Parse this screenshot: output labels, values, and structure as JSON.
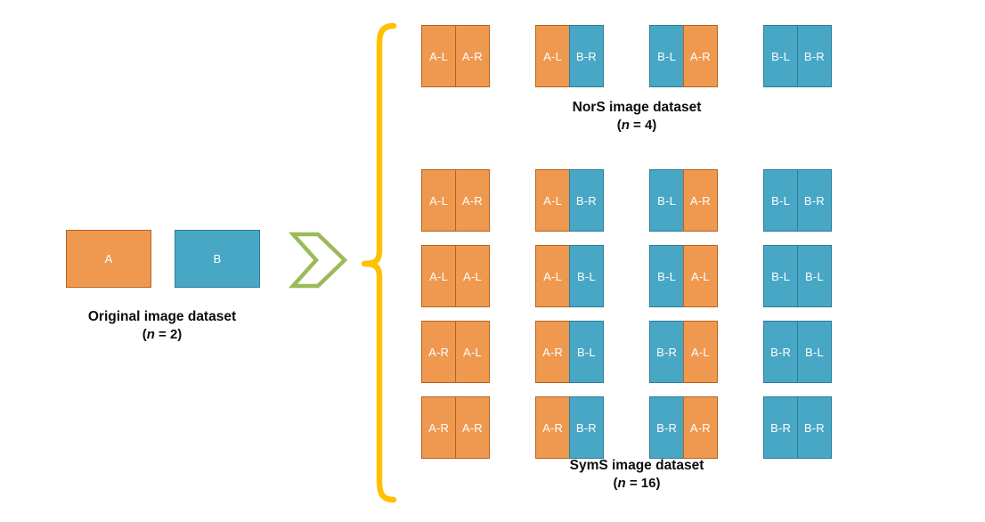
{
  "figure": {
    "colors": {
      "orange_fill": "#ef9850",
      "orange_stroke": "#b5651f",
      "blue_fill": "#48a7c4",
      "blue_stroke": "#2c7f99",
      "brace": "#ffc000",
      "chevron_stroke": "#9bbb59",
      "background": "#ffffff",
      "tile_label": "#ffffff",
      "caption": "#0d0d0d"
    }
  },
  "original": {
    "tiles": [
      {
        "label": "A",
        "kind": "A"
      },
      {
        "label": "B",
        "kind": "B"
      }
    ],
    "caption_title": "Original image dataset",
    "caption_n_open": "(",
    "caption_n_var": "n",
    "caption_n_rest": " = 2)"
  },
  "chevron": {
    "name": "double-chevron-right"
  },
  "brace": {
    "name": "right-curly-brace"
  },
  "nors": {
    "caption_title": "NorS image dataset",
    "caption_n_open": "(",
    "caption_n_var": "n",
    "caption_n_rest": " = 4)",
    "rows": [
      [
        {
          "left": {
            "label": "A-L",
            "kind": "A"
          },
          "right": {
            "label": "A-R",
            "kind": "A"
          }
        },
        {
          "left": {
            "label": "A-L",
            "kind": "A"
          },
          "right": {
            "label": "B-R",
            "kind": "B"
          }
        },
        {
          "left": {
            "label": "B-L",
            "kind": "B"
          },
          "right": {
            "label": "A-R",
            "kind": "A"
          }
        },
        {
          "left": {
            "label": "B-L",
            "kind": "B"
          },
          "right": {
            "label": "B-R",
            "kind": "B"
          }
        }
      ]
    ]
  },
  "syms": {
    "caption_title": "SymS image dataset",
    "caption_n_open": "(",
    "caption_n_var": "n",
    "caption_n_rest": " = 16)",
    "rows": [
      [
        {
          "left": {
            "label": "A-L",
            "kind": "A"
          },
          "right": {
            "label": "A-R",
            "kind": "A"
          }
        },
        {
          "left": {
            "label": "A-L",
            "kind": "A"
          },
          "right": {
            "label": "B-R",
            "kind": "B"
          }
        },
        {
          "left": {
            "label": "B-L",
            "kind": "B"
          },
          "right": {
            "label": "A-R",
            "kind": "A"
          }
        },
        {
          "left": {
            "label": "B-L",
            "kind": "B"
          },
          "right": {
            "label": "B-R",
            "kind": "B"
          }
        }
      ],
      [
        {
          "left": {
            "label": "A-L",
            "kind": "A"
          },
          "right": {
            "label": "A-L",
            "kind": "A"
          }
        },
        {
          "left": {
            "label": "A-L",
            "kind": "A"
          },
          "right": {
            "label": "B-L",
            "kind": "B"
          }
        },
        {
          "left": {
            "label": "B-L",
            "kind": "B"
          },
          "right": {
            "label": "A-L",
            "kind": "A"
          }
        },
        {
          "left": {
            "label": "B-L",
            "kind": "B"
          },
          "right": {
            "label": "B-L",
            "kind": "B"
          }
        }
      ],
      [
        {
          "left": {
            "label": "A-R",
            "kind": "A"
          },
          "right": {
            "label": "A-L",
            "kind": "A"
          }
        },
        {
          "left": {
            "label": "A-R",
            "kind": "A"
          },
          "right": {
            "label": "B-L",
            "kind": "B"
          }
        },
        {
          "left": {
            "label": "B-R",
            "kind": "B"
          },
          "right": {
            "label": "A-L",
            "kind": "A"
          }
        },
        {
          "left": {
            "label": "B-R",
            "kind": "B"
          },
          "right": {
            "label": "B-L",
            "kind": "B"
          }
        }
      ],
      [
        {
          "left": {
            "label": "A-R",
            "kind": "A"
          },
          "right": {
            "label": "A-R",
            "kind": "A"
          }
        },
        {
          "left": {
            "label": "A-R",
            "kind": "A"
          },
          "right": {
            "label": "B-R",
            "kind": "B"
          }
        },
        {
          "left": {
            "label": "B-R",
            "kind": "B"
          },
          "right": {
            "label": "A-R",
            "kind": "A"
          }
        },
        {
          "left": {
            "label": "B-R",
            "kind": "B"
          },
          "right": {
            "label": "B-R",
            "kind": "B"
          }
        }
      ]
    ]
  },
  "layout": {
    "col_x": [
      473,
      601,
      729,
      857
    ],
    "pair_w": 77,
    "pair_h": 70,
    "nors_row_y": [
      28
    ],
    "syms_row_y": [
      190,
      275,
      360,
      445
    ]
  }
}
